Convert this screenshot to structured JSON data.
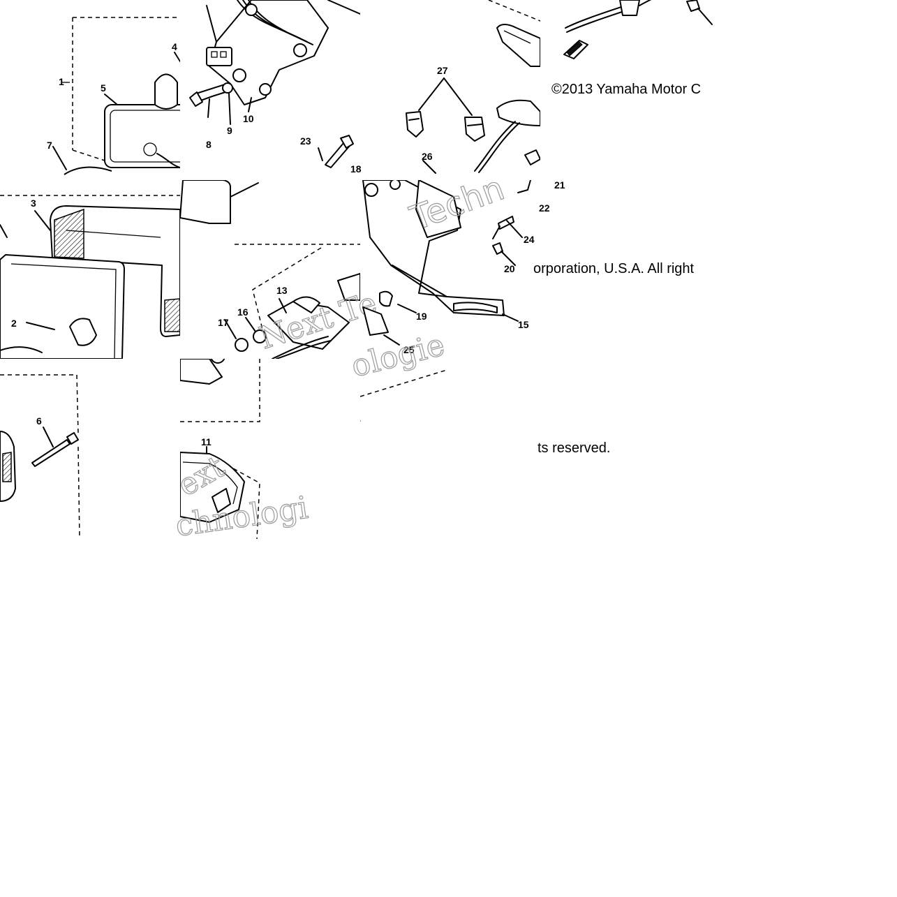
{
  "copyright": {
    "line1": "©2013 Yamaha Motor C",
    "line2": "orporation, U.S.A. All right",
    "line3": "ts reserved."
  },
  "watermark": {
    "text1": "Techn",
    "text2": "Next Te",
    "text3": "ologie",
    "text4": "ext",
    "text5": "chnologi"
  },
  "callouts": {
    "c1": "1",
    "c2": "2",
    "c3": "3",
    "c4": "4",
    "c5": "5",
    "c6": "6",
    "c7": "7",
    "c8": "8",
    "c9": "9",
    "c10": "10",
    "c11": "11",
    "c13": "13",
    "c15": "15",
    "c16": "16",
    "c17": "17",
    "c18": "18",
    "c19": "19",
    "c20": "20",
    "c21": "21",
    "c22": "22",
    "c23": "23",
    "c24": "24",
    "c25": "25",
    "c26": "26",
    "c27": "27"
  },
  "colors": {
    "line": "#000000",
    "background": "#ffffff",
    "watermark": "#9a9a9a"
  }
}
